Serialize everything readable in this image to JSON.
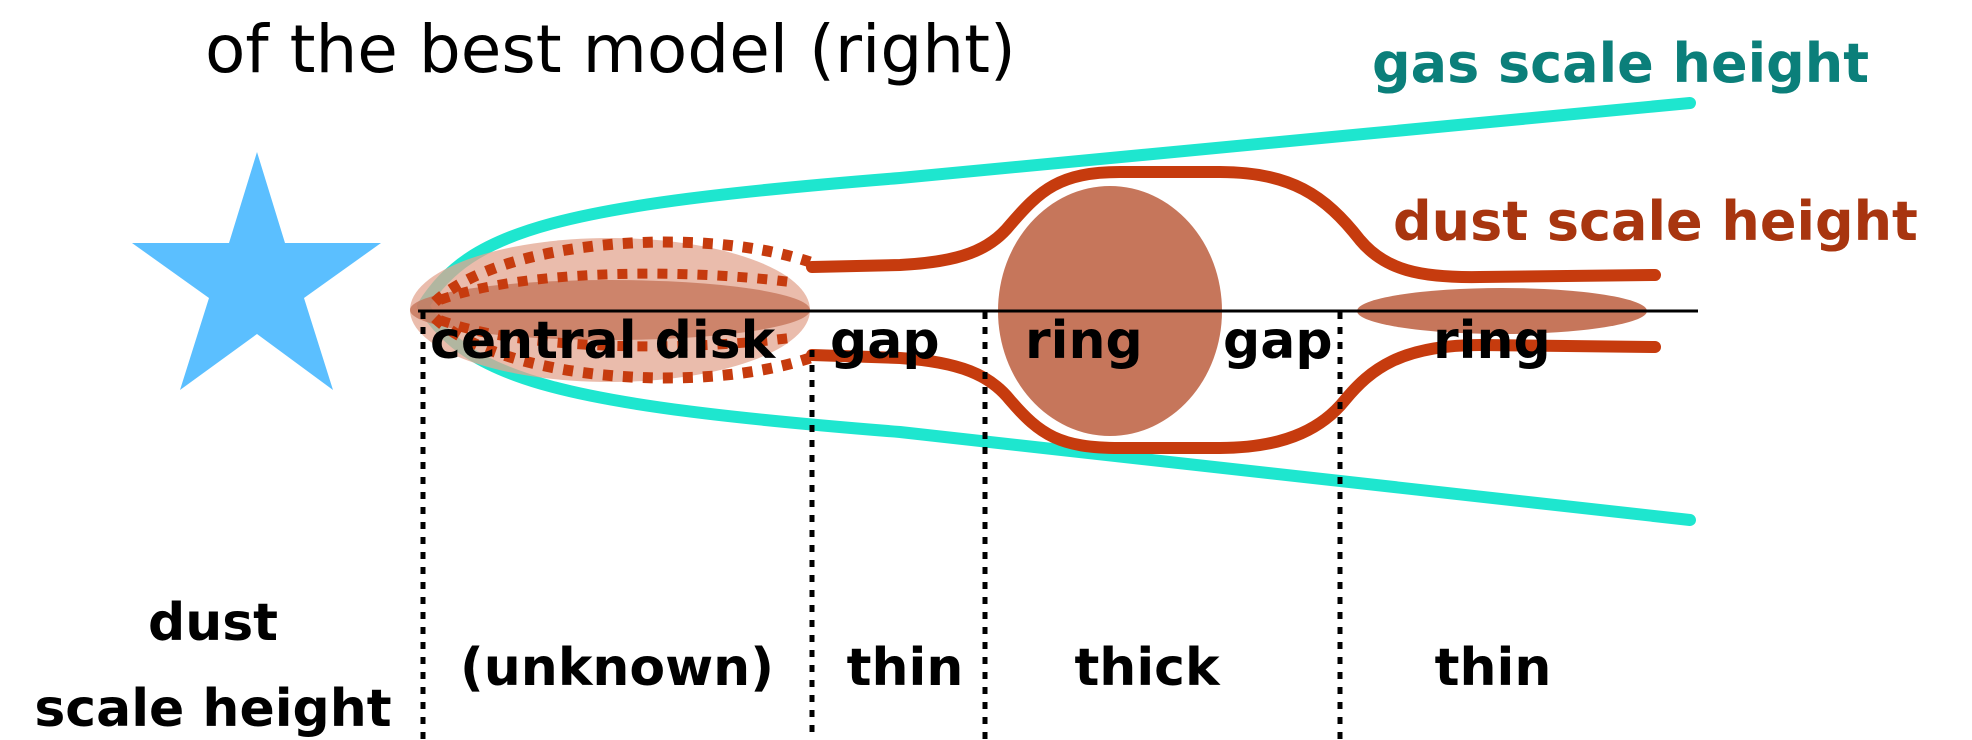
{
  "title": "of the best model (right)",
  "labels": {
    "gas_scale_height": "gas scale height",
    "dust_scale_height": "dust scale height"
  },
  "regions": [
    "central disk",
    "gap",
    "ring",
    "gap",
    "ring"
  ],
  "row_label": {
    "line1": "dust",
    "line2": "scale height"
  },
  "thickness": [
    "(unknown)",
    "thin",
    "thick",
    "thin"
  ],
  "colors": {
    "star": "#5BBFFF",
    "gas": "#1EE6CF",
    "gas_label": "#0B7F7A",
    "dust": "#C63B0E",
    "dust_label": "#A8350F",
    "ring_fill": "#C6765B",
    "disk_fill": "#E3A690",
    "midplane": "#000000"
  },
  "icons": [
    "star-icon"
  ]
}
